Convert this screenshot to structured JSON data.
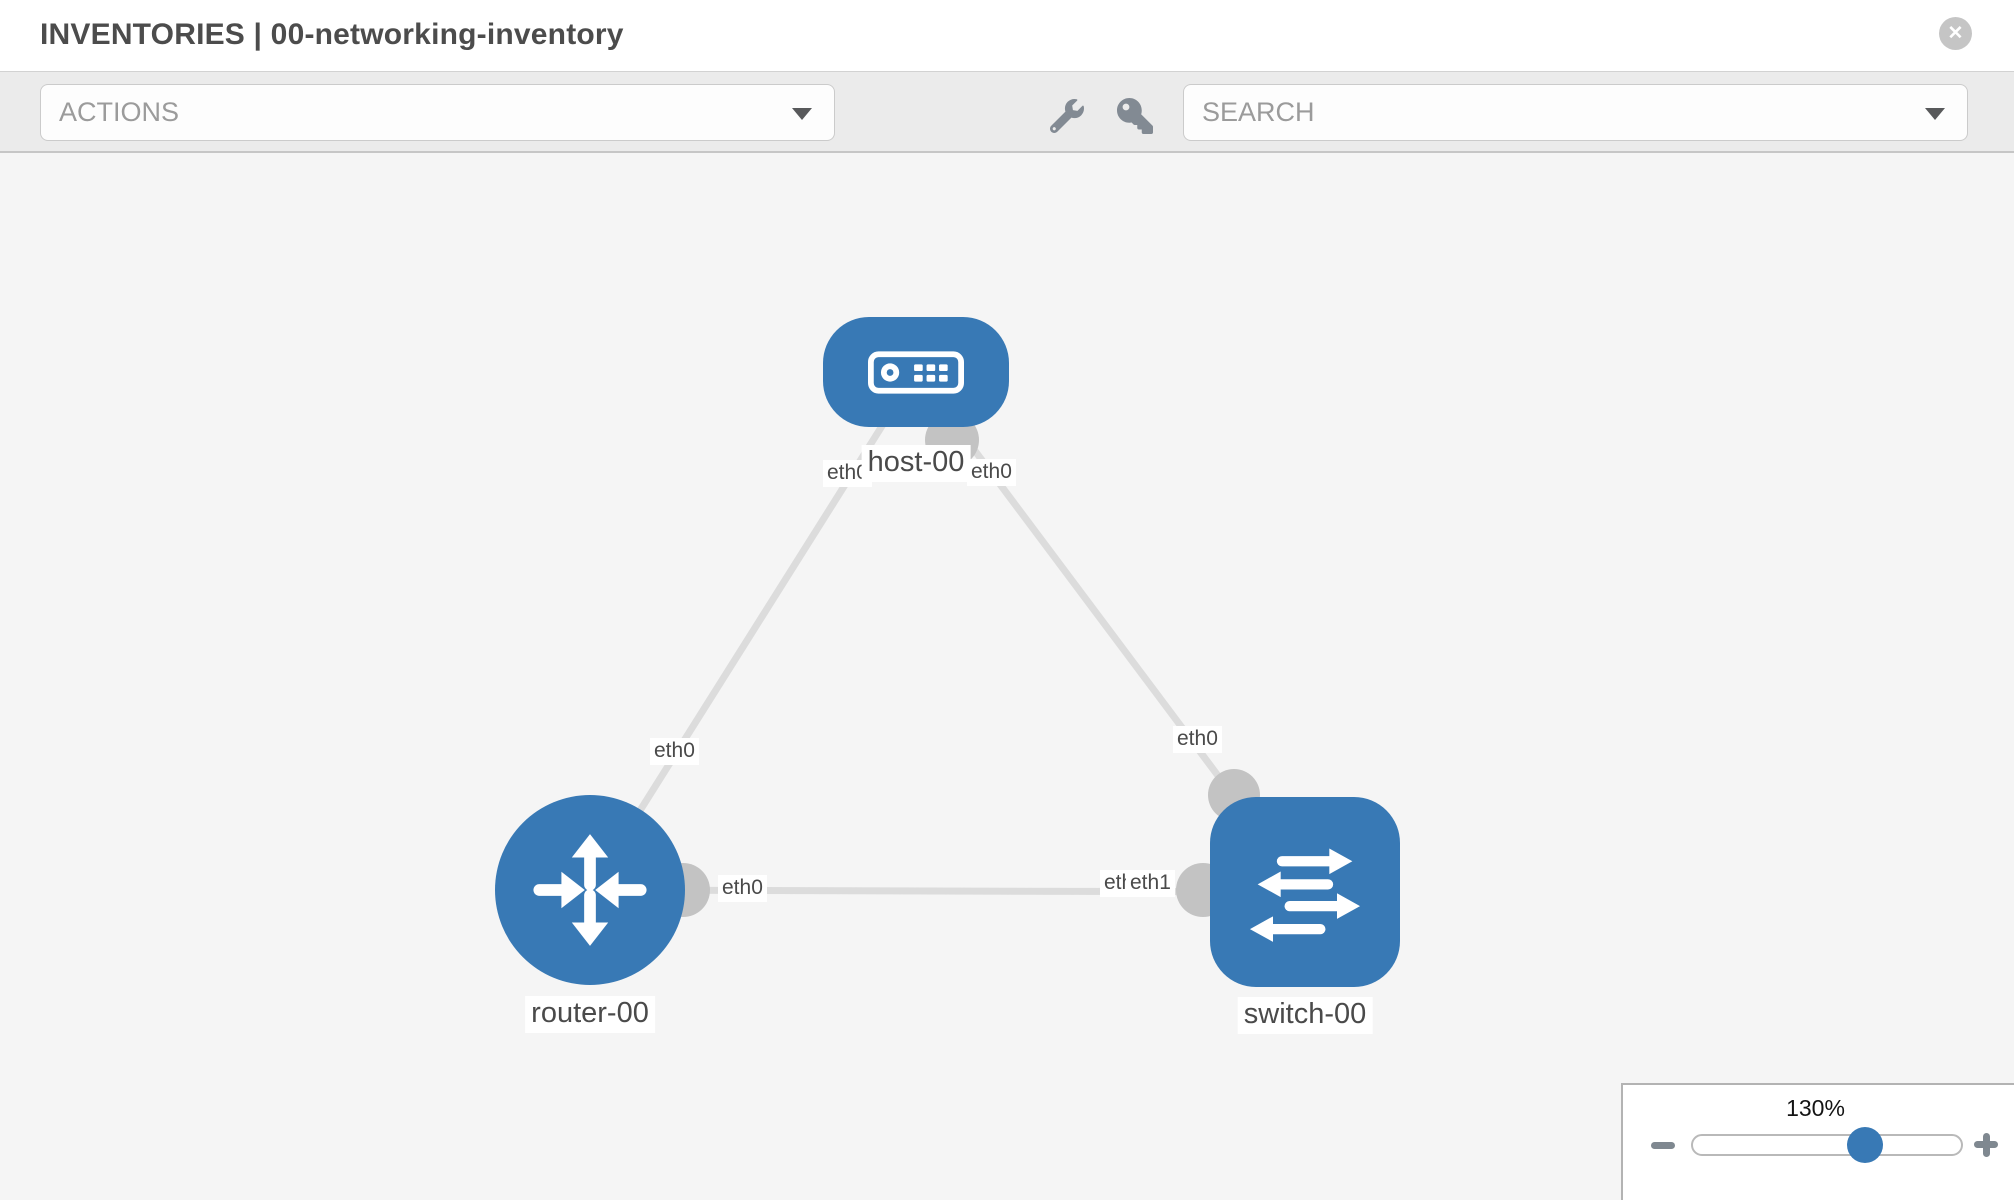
{
  "header": {
    "title": "INVENTORIES | 00-networking-inventory",
    "close_icon_glyph": "✕"
  },
  "toolbar": {
    "actions_label": "ACTIONS",
    "search_label": "SEARCH",
    "icons": [
      "wrench-icon",
      "key-icon",
      "dropdown-caret-icon"
    ]
  },
  "topology": {
    "nodes": [
      {
        "id": "host-00",
        "label": "host-00",
        "type": "host",
        "shape": "rounded-rect"
      },
      {
        "id": "router-00",
        "label": "router-00",
        "type": "router",
        "shape": "circle"
      },
      {
        "id": "switch-00",
        "label": "switch-00",
        "type": "switch",
        "shape": "rounded-square"
      }
    ],
    "links": [
      {
        "from": "host-00",
        "to": "router-00",
        "from_interface": "eth0",
        "to_interface": "eth0"
      },
      {
        "from": "host-00",
        "to": "switch-00",
        "from_interface": "eth0",
        "to_interface": "eth0"
      },
      {
        "from": "router-00",
        "to": "switch-00",
        "from_interface": "eth0",
        "to_interface": "eth1"
      }
    ],
    "labels": {
      "host_left_eth": "eth0",
      "host_right_eth": "eth0",
      "router_top_eth": "eth0",
      "switch_top_eth": "eth0",
      "mid_router_eth": "eth0",
      "mid_switch_eth_under": "eth0",
      "mid_switch_eth_over": "eth1"
    }
  },
  "zoom_control": {
    "level": "130%",
    "minus_icon": "minus",
    "plus_icon": "plus"
  },
  "colors": {
    "node_blue": "#3879b5",
    "link_gray": "#dcdcdc",
    "endpoint_gray": "#c3c3c3",
    "canvas_bg": "#f5f5f5",
    "toolbar_bg": "#ebebeb"
  }
}
